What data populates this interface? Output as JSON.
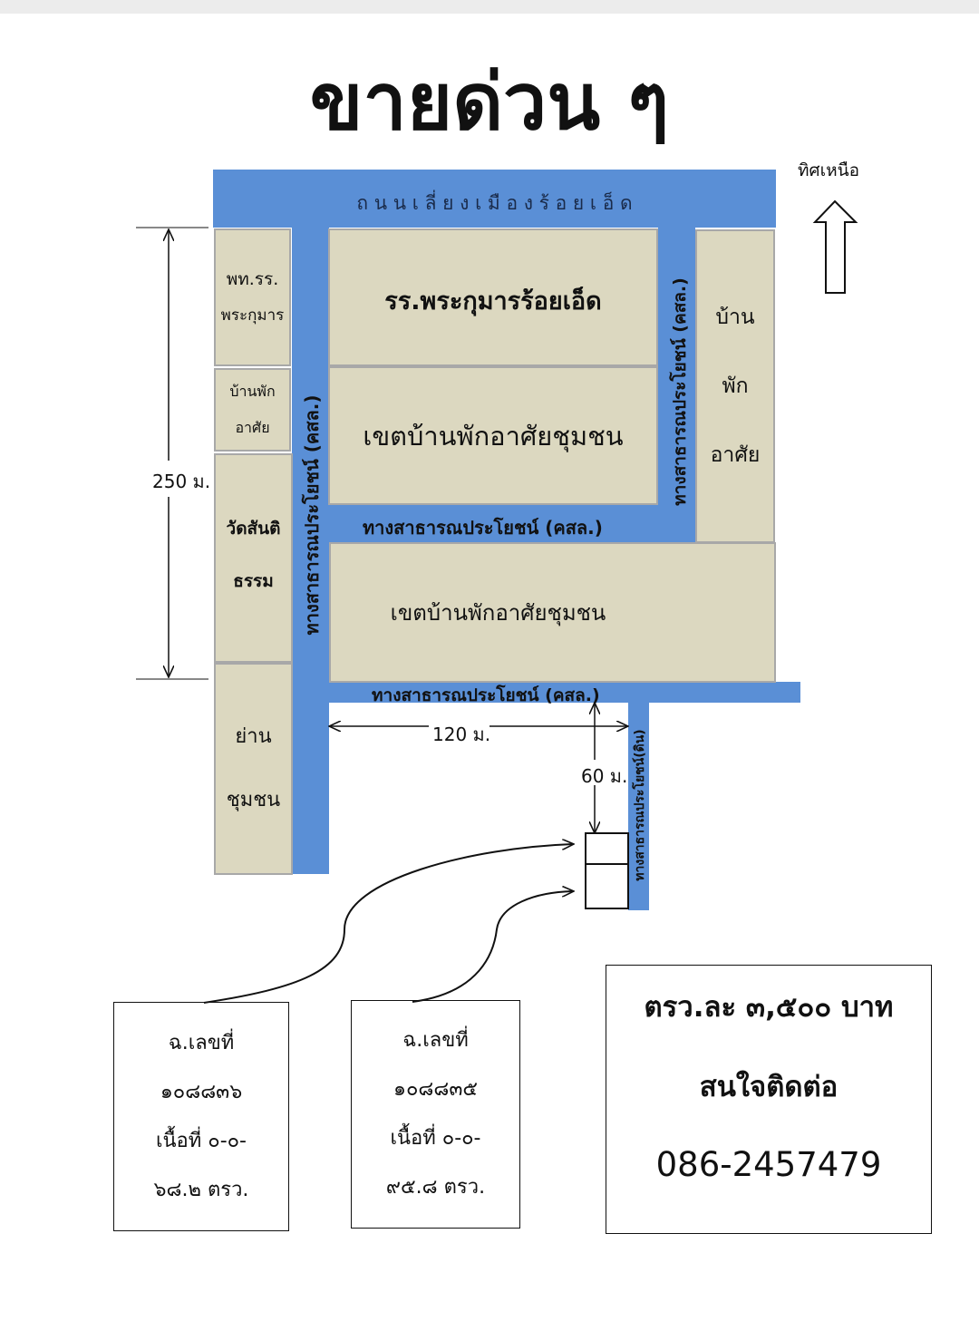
{
  "title": "ขายด่วน ๆ",
  "north": {
    "label": "ทิศเหนือ",
    "icon": "north-arrow-icon"
  },
  "roads": {
    "main": "ถ น น เ ลี่ ย ง เ มื อ ง ร้ อ ย เ อ็ ด",
    "public_road": "ทางสาธารณประโยชน์ (คสล.)",
    "dirt_road": "ทางสาธารณประโยชน์(ดิน)"
  },
  "plots": {
    "school_housing": [
      "พท.รร.",
      "พระกุมาร"
    ],
    "school": "รร.พระกุมารร้อยเอ็ด",
    "community_1": "เขตบ้านพักอาศัยชุมชน",
    "community_2": "เขตบ้านพักอาศัยชุมชน",
    "house_small": [
      "บ้านพัก",
      "อาศัย"
    ],
    "house_right": [
      "บ้าน",
      "พัก",
      "อาศัย"
    ],
    "temple": [
      "วัดสันติ",
      "ธรรม"
    ],
    "community_area": [
      "ย่าน",
      "ชุมชน"
    ]
  },
  "dimensions": {
    "length": "250 ม.",
    "width": "120 ม.",
    "depth": "60 ม."
  },
  "deeds": [
    {
      "line1": "ฉ.เลขที่",
      "line2": "๑๐๘๘๓๖",
      "line3": "เนื้อที่ ๐-๐-",
      "line4": "๖๘.๒ ตรว."
    },
    {
      "line1": "ฉ.เลขที่",
      "line2": "๑๐๘๘๓๕",
      "line3": "เนื้อที่ ๐-๐-",
      "line4": "๙๕.๘ ตรว."
    }
  ],
  "contact": {
    "price": "ตรว.ละ ๓,๕๐๐ บาท",
    "interest": "สนใจติดต่อ",
    "phone": "086-2457479"
  },
  "colors": {
    "road": "#5a8fd6",
    "plot": "#dcd8c0",
    "plot_border": "#a8a8a8"
  }
}
